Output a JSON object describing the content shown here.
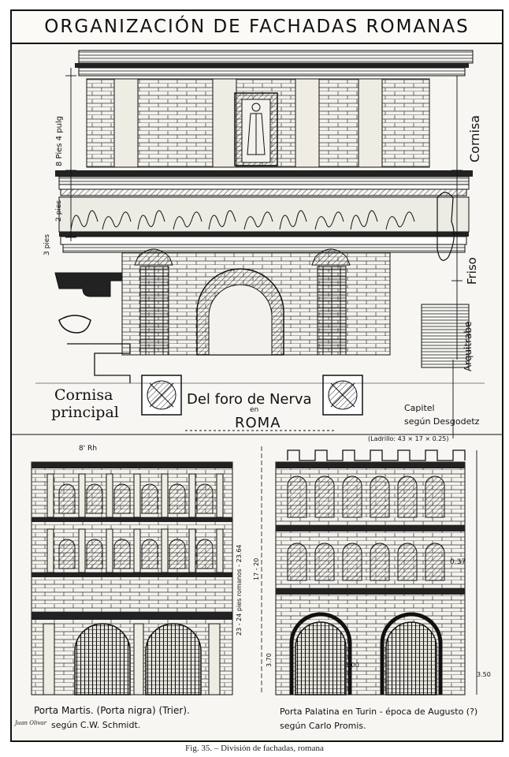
{
  "plate": {
    "title": "ORGANIZACIÓN DE FACHADAS ROMANAS"
  },
  "top_section": {
    "cornisa_vertical": "Cornisa",
    "friso_vertical": "Friso",
    "arquitrabe_vertical": "Arquitrabe",
    "cornisa_principal_line1": "Cornisa",
    "cornisa_principal_line2": "principal",
    "foro_title_line1": "Del foro de Nerva",
    "foro_title_en": "en",
    "foro_title_city": "ROMA",
    "capitel_line1": "Capitel",
    "capitel_line2": "según Desgodetz",
    "ladrillo_note": "(Ladrillo: 43 × 17 × 0.25)",
    "dim_left_top": "8 Pies 4 pulg",
    "dim_left_mid": "2 pies",
    "dim_left_bottom": "3 pies"
  },
  "bottom_left": {
    "dim_top": "8' Rh",
    "dim_vertical": "23 - 24 pies romanos - 23.64",
    "caption_line1": "Porta Martis. (Porta nigra) (Trier).",
    "caption_line2": "según C.W. Schmidt.",
    "signature": "Juan Olivar"
  },
  "bottom_right": {
    "dim_vertical": "17 - 20",
    "dim_right": "0.37",
    "dim_lower": "3.00",
    "dim_corner": "3.50",
    "dim_side": "3.70",
    "caption_line1": "Porta Palatina en Turin - época de Augusto (?)",
    "caption_line2": "según Carlo Promis."
  },
  "figure_caption": "Fig. 35. – División de fachadas, romana"
}
